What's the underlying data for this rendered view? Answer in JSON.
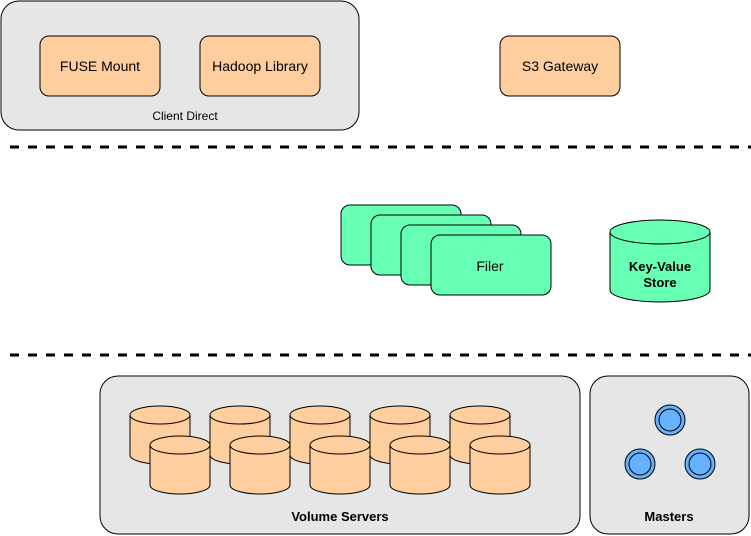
{
  "colors": {
    "orange_fill": "#FFCE9F",
    "green_fill": "#66FFB3",
    "blue_fill": "#66B2FF",
    "group_fill": "#E6E6E6",
    "stroke": "#000000"
  },
  "client_tier": {
    "group_label": "Client Direct",
    "fuse_mount": "FUSE Mount",
    "hadoop_library": "Hadoop Library",
    "s3_gateway": "S3 Gateway"
  },
  "filer_tier": {
    "filer_label": "Filer",
    "filer_instances": 4,
    "kv_store_line1": "Key-Value",
    "kv_store_line2": "Store"
  },
  "storage_tier": {
    "volume_servers_label": "Volume Servers",
    "volume_count": 10,
    "masters_label": "Masters",
    "master_count": 3
  }
}
